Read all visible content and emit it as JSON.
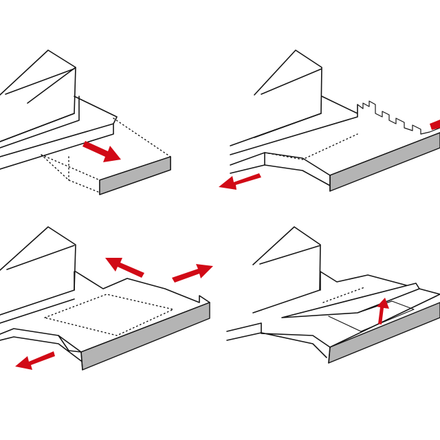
{
  "colors": {
    "background": "#ffffff",
    "ink": "#141414",
    "arrow": "#d10a16",
    "shade": "#b4b4b4"
  },
  "panels": [
    {
      "name": "extend-forward",
      "arrows": [
        "forward"
      ]
    },
    {
      "name": "extend-sideways",
      "arrows": [
        "left",
        "right"
      ]
    },
    {
      "name": "expand-outward",
      "arrows": [
        "up-left",
        "up-right",
        "down-left"
      ]
    },
    {
      "name": "lift-up",
      "arrows": [
        "up"
      ]
    }
  ]
}
